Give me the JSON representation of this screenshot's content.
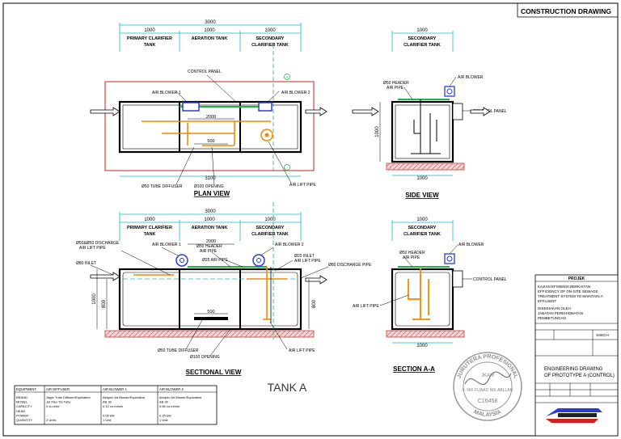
{
  "header": {
    "title": "CONSTRUCTION DRAWING"
  },
  "plan": {
    "overall": "3000",
    "seg1": "1000",
    "seg2": "1000",
    "seg3": "1000",
    "tank1_line1": "PRIMARY CLARIFIER",
    "tank1_line2": "TANK",
    "tank2": "AERATION TANK",
    "tank3_line1": "SECONDARY",
    "tank3_line2": "CLARIFIER TANK",
    "control_panel": "CONTROL PANEL",
    "air_blower_1": "AIR BLOWER 1",
    "air_blower_2": "AIR BLOWER 2",
    "dim_2000": "2000",
    "dim_500": "500",
    "dim_3100": "3100",
    "tube_diffuser": "Ø50 TUBE DIFFUSER",
    "opening": "Ø100 OPENING",
    "air_lift": "AIR LIFT PIPE",
    "marker_a": "A",
    "view_title": "PLAN VIEW"
  },
  "side": {
    "seg": "1000",
    "label_line1": "SECONDARY",
    "label_line2": "CLARIFIER TANK",
    "header_pipe_1": "Ø50 HEADER",
    "header_pipe_2": "AIR PIPE",
    "air_blower": "AIR BLOWER",
    "control_panel": "CONTROL PANEL",
    "height": "1000",
    "bottom": "1000",
    "view_title": "SIDE VIEW"
  },
  "sectional": {
    "overall": "3000",
    "seg1": "1000",
    "seg2": "1000",
    "seg3": "1000",
    "tank1_line1": "PRIMARY CLARIFIER",
    "tank1_line2": "TANK",
    "tank2": "AERATION TANK",
    "tank3_line1": "SECONDARY",
    "tank3_line2": "CLARIFIER TANK",
    "dim_2000": "2000",
    "discharge_1": "Ø50&Ø50 DISCHARGE",
    "discharge_2": "AIR LIFT PIPE",
    "air_blower_1": "AIR BLOWER 1",
    "air_blower_2": "AIR BLOWER 2",
    "header_1": "Ø50 HEADER",
    "header_2": "AIR PIPE",
    "inlet_20_1": "Ø20 INLET",
    "inlet_20_2": "AIR LIFT PIPE",
    "inlet_80": "Ø80 INLET",
    "air_pipe_25": "Ø25 AIR PIPE",
    "discharge_80": "Ø80 DISCHARGE PIPE",
    "height_1000": "1000",
    "height_800": "800",
    "height_800b": "800",
    "dim_500": "500",
    "tube_diffuser": "Ø50 TUBE DIFFUSER",
    "opening": "Ø100 OPENING",
    "air_lift": "AIR LIFT PIPE",
    "view_title": "SECTIONAL VIEW"
  },
  "section_aa": {
    "seg": "1000",
    "label_line1": "SECONDARY",
    "label_line2": "CLARIFIER TANK",
    "header_pipe_1": "Ø50 HEADER",
    "header_pipe_2": "AIR PIPE",
    "air_blower": "AIR BLOWER",
    "control_panel": "CONTROL PANEL",
    "air_lift": "AIR LIFT PIPE",
    "bottom": "1000",
    "view_title": "SECTION A-A"
  },
  "tank_label": "TANK A",
  "equipment_table": {
    "headers": [
      "EQUIPMENT",
      "AIR DIFFUSER",
      "AIR BLOWER 1",
      "AIR BLOWER 2"
    ],
    "rows": [
      [
        "BRAND",
        "Jager Tube Diffuser/Equivalent",
        "Airspec Air Blower/Equivalent",
        "Airspec Air Blower/Equivalent"
      ],
      [
        "MODEL",
        "Jet Flex TG Tube",
        "AB 30",
        "AB 30"
      ],
      [
        "CAPACITY",
        "4 cu.m/hr",
        "0.12 cu.m/min",
        "0.66 cu.m/min"
      ],
      [
        "HEAD",
        "",
        "",
        ""
      ],
      [
        "POWER",
        "-",
        "0.05 kW",
        "0.25 kW"
      ],
      [
        "QUANTITY",
        "2 Units",
        "1 Unit",
        "1 Unit"
      ]
    ]
  },
  "stamp": {
    "ring_top": "JURUTERA PROFESIONAL",
    "ring_bottom": "MALAYSIA",
    "center_1": "JKAM",
    "center_2": "Ir. NIK FUAAD NIK ABLLAH",
    "center_3": "C16458"
  },
  "title_block": {
    "project_heading": "PROJEK",
    "project_line1": "KAJIAN EFISIENSI BERKAITAN",
    "project_line2": "EFFICIENCY OF ON-SITE SEWAGE",
    "project_line3": "TREATMENT SYSTEM TO MAINTAIN A",
    "project_line4": "EFFLUENT",
    "client_line1": "DISEDIAKAN OLEH",
    "client_line2": "JABATAN PERKHIDMATAN",
    "client_line3": "PEMBETUNGAN",
    "drawing_title_1": "ENGINEERING DRAWING",
    "drawing_title_2": "OF PROTOTYPE A (CONTROL)",
    "seal_cell": "SSECH"
  },
  "colors": {
    "orange": "#f08a00",
    "green": "#22b14c",
    "blue": "#2b3bd8",
    "red": "#d22020",
    "cyan": "#19b8d0",
    "brick": "#f2c6c6"
  }
}
